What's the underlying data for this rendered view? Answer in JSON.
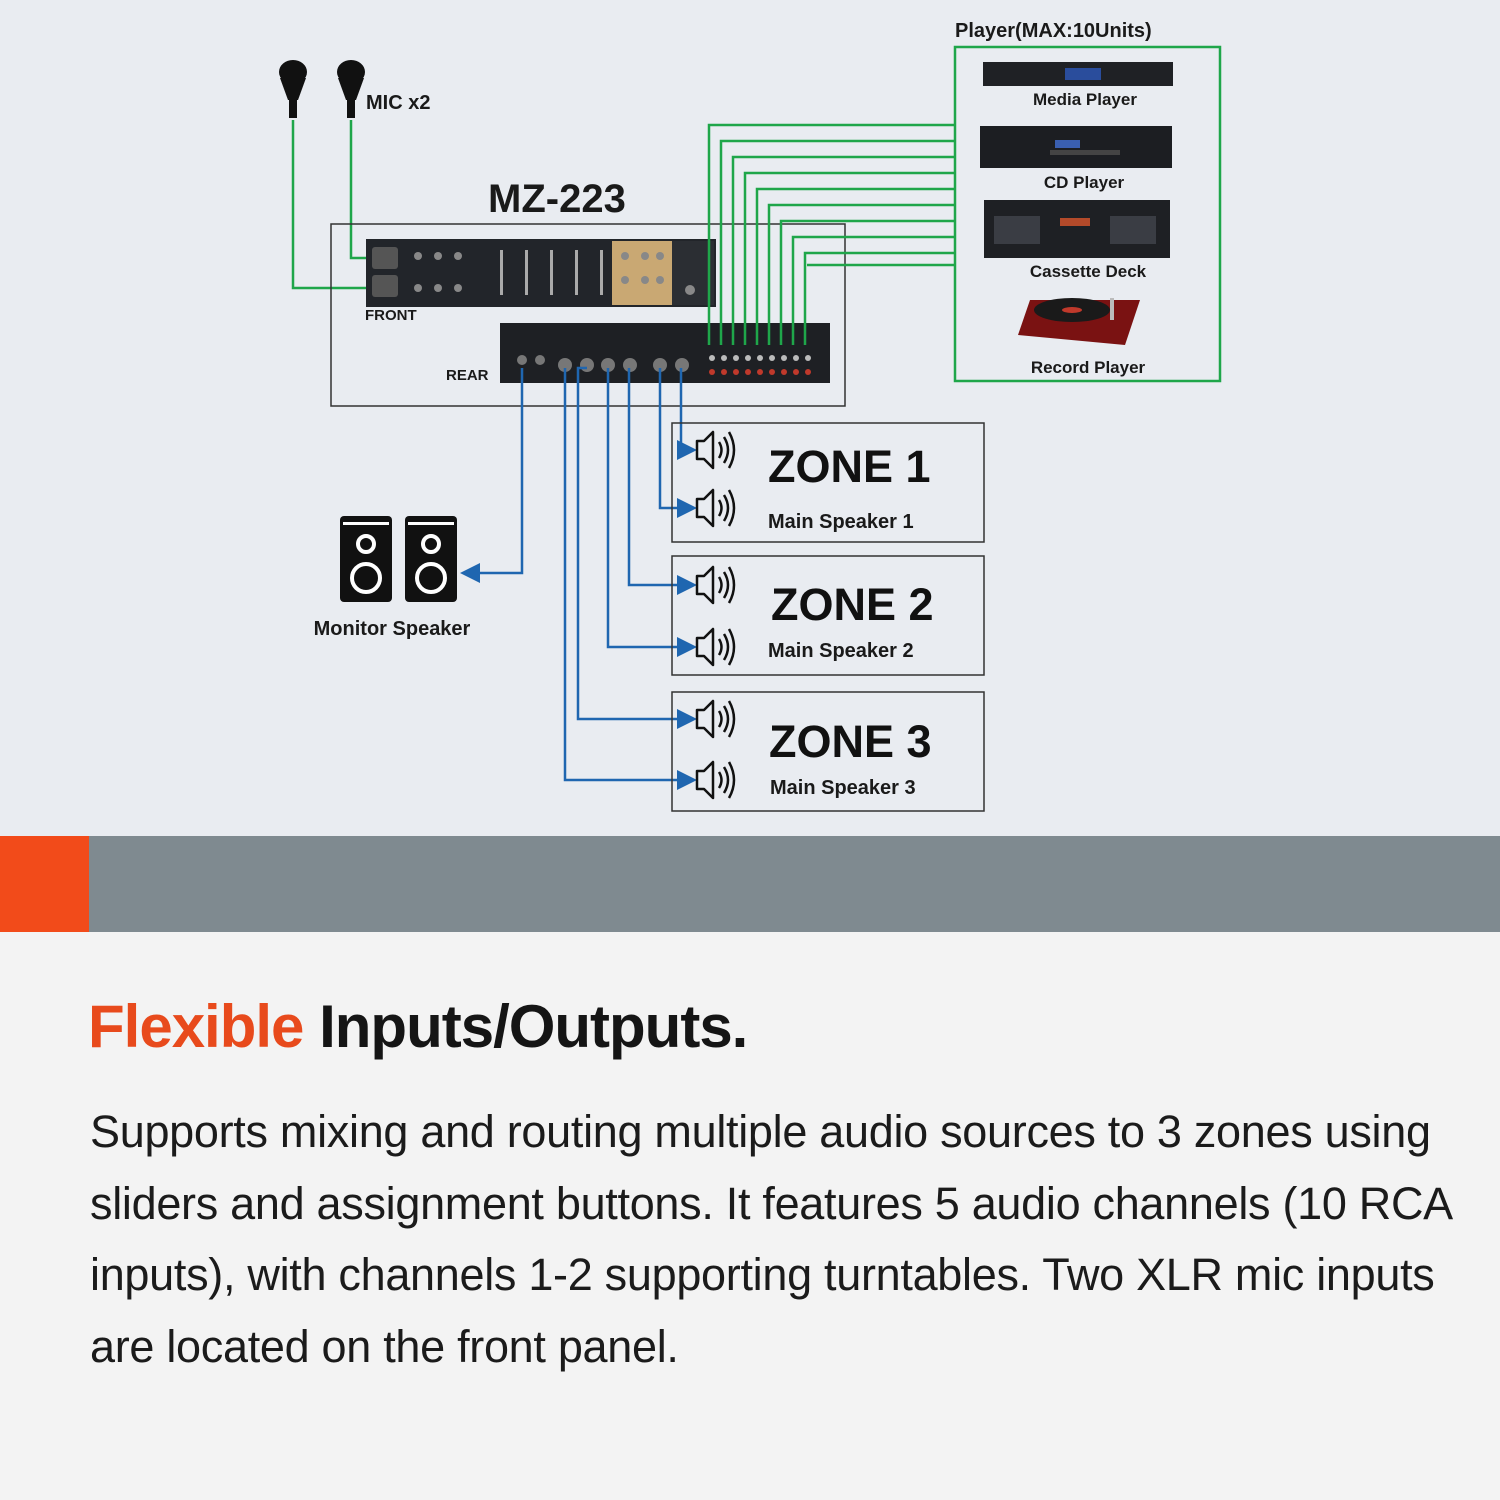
{
  "diagram": {
    "mixer_title": "MZ-223",
    "front_label": "FRONT",
    "rear_label": "REAR",
    "mic_label": "MIC  x2",
    "players_title": "Player(MAX:10Units)",
    "players": [
      {
        "label": "Media Player",
        "icon": "media-player-icon"
      },
      {
        "label": "CD Player",
        "icon": "cd-player-icon"
      },
      {
        "label": "Cassette Deck",
        "icon": "cassette-deck-icon"
      },
      {
        "label": "Record Player",
        "icon": "turntable-icon"
      }
    ],
    "zones": [
      {
        "title": "ZONE 1",
        "subtitle": "Main Speaker  1"
      },
      {
        "title": "ZONE 2",
        "subtitle": "Main Speaker  2"
      },
      {
        "title": "ZONE 3",
        "subtitle": "Main Speaker  3"
      }
    ],
    "monitor_label": "Monitor Speaker",
    "colors": {
      "input_line": "#1fa64a",
      "output_line": "#1f66b0",
      "accent": "#e84a1c",
      "bar": "#7f8a90"
    }
  },
  "headline": {
    "accent": "Flexible",
    "rest": "Inputs/Outputs."
  },
  "body": "Supports mixing and routing multiple audio sources to 3 zones using sliders and assignment buttons. It features 5 audio channels (10 RCA inputs), with channels 1-2 supporting turntables. Two XLR mic inputs are located on the front panel."
}
